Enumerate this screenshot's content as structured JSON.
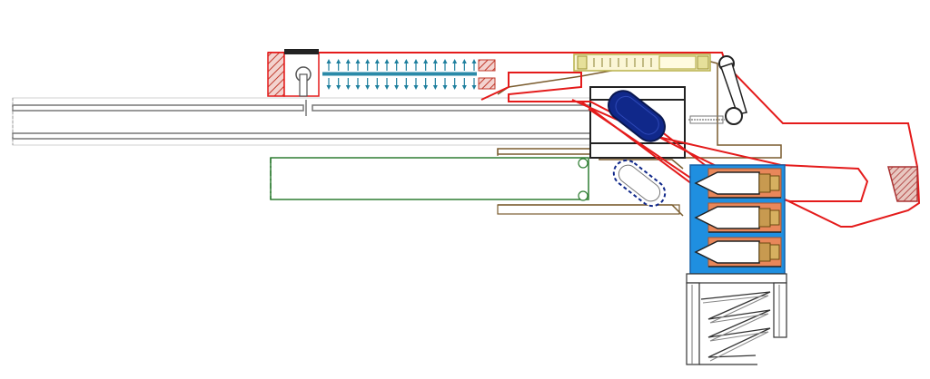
{
  "diagram": {
    "type": "mechanism-cross-section",
    "text_labels": [],
    "colors": {
      "receiver_outline": "#e41b1b",
      "spring_blue": "#2a8aa8",
      "arrow_teal": "#1e7f9e",
      "hatch_red": "#c0392b",
      "barrel_grey": "#8a8a8a",
      "slide_brown": "#7a5c2e",
      "green_outline": "#2e7d32",
      "magazine_blue": "#1f8fe0",
      "cartridge_orange": "#e8875a",
      "roller_navy": "#10288a",
      "olive": "#b8b04a"
    },
    "cartridge_count": 3,
    "spring_arrow_count": 16
  }
}
